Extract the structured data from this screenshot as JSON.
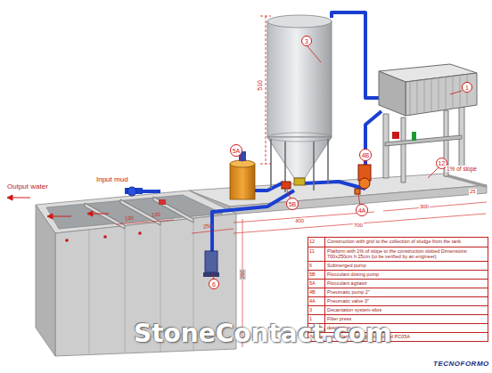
{
  "diagram": {
    "nodes": [
      {
        "text": [
          "1"
        ]
      },
      {
        "text": [
          "3"
        ]
      },
      {
        "text": [
          "5A"
        ]
      },
      {
        "text": [
          "4B"
        ]
      },
      {
        "text": [
          "12"
        ]
      },
      {
        "text": [
          "5B"
        ]
      },
      {
        "text": [
          "4A"
        ]
      },
      {
        "text": [
          "6"
        ]
      }
    ],
    "labels": [
      "Input mud",
      "Output water",
      "510",
      "120",
      "120",
      "250",
      "250",
      "400",
      "700",
      "300",
      "25",
      "1% of slope",
      "12",
      "Construction with grid to the collection of sludge from the tank",
      "11",
      "Platform with 1% of slope to the construction slotted Dimensions: 700x250cm h 25cm (to be verified by an engineer)",
      "6",
      "Submerged pump",
      "5B",
      "Flocculant dosing pump",
      "5A",
      "Flocculant agitator",
      "4B",
      "Pneumatic pump 2\"",
      "4A",
      "Pneumatic valve 3\"",
      "3",
      "Decantation system-silos",
      "1",
      "Filter press",
      "ref.",
      "description",
      "Name: water clarification plants model PC05A",
      "TECNOFORMO",
      "StoneContact.com"
    ]
  }
}
